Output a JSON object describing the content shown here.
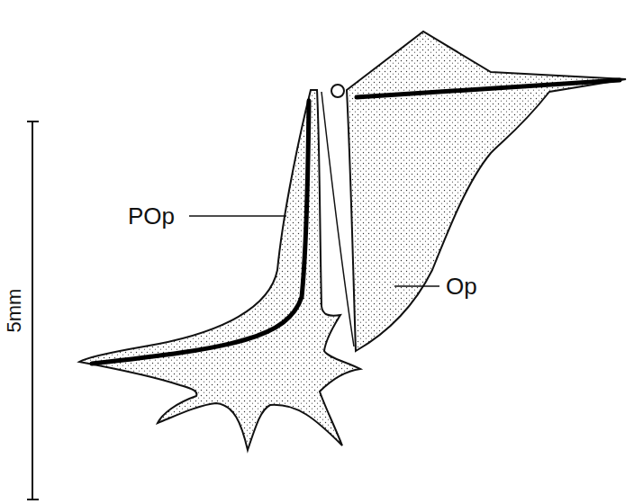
{
  "diagram": {
    "labels": [
      "POp",
      "Op",
      "5mm"
    ]
  }
}
